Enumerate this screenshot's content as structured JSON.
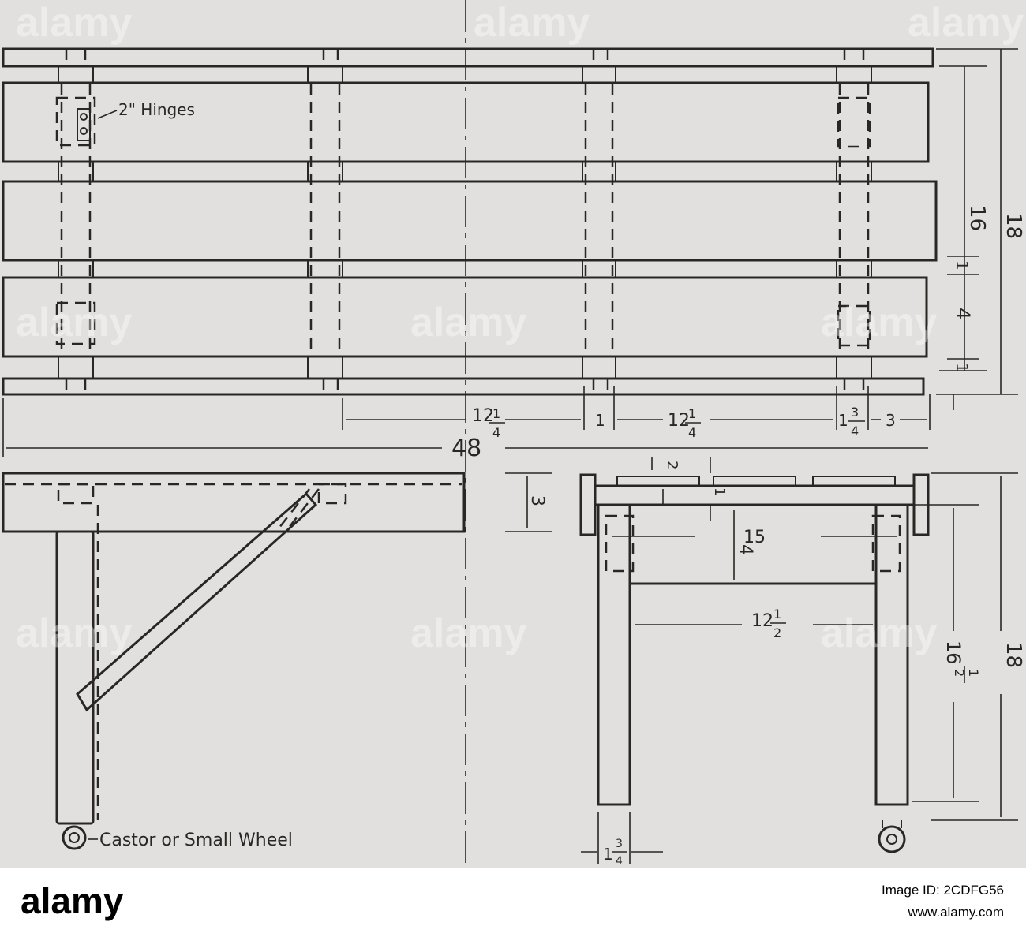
{
  "labels": {
    "hinges": "2\" Hinges",
    "castor": "Castor or Small Wheel"
  },
  "dims": {
    "d16": "16",
    "d18_top": "18",
    "d1_a": "1",
    "d4": "4",
    "d1_b": "1",
    "d12_1_4_a_whole": "12",
    "d12_1_4_a_num": "1",
    "d12_1_4_a_den": "4",
    "d1_mid": "1",
    "d12_1_4_b_whole": "12",
    "d12_1_4_b_num": "1",
    "d12_1_4_b_den": "4",
    "d1_3_4_whole": "1",
    "d1_3_4_num": "3",
    "d1_3_4_den": "4",
    "d3_right": "3",
    "d48": "48",
    "d3_side": "3",
    "d_half_top": "2",
    "d1_small": "1",
    "d4_end": "4",
    "d15": "15",
    "d12_1_2_whole": "12",
    "d12_1_2_num": "1",
    "d12_1_2_den": "2",
    "d16_1_2_whole": "16",
    "d16_1_2_num": "1",
    "d16_1_2_den": "2",
    "d18_bottom": "18",
    "leg_whole": "1",
    "leg_num": "3",
    "leg_den": "4"
  },
  "watermark": {
    "text": "alamy"
  },
  "footer": {
    "logo": "alamy",
    "image_id": "Image ID: 2CDFG56",
    "site": "www.alamy.com"
  }
}
